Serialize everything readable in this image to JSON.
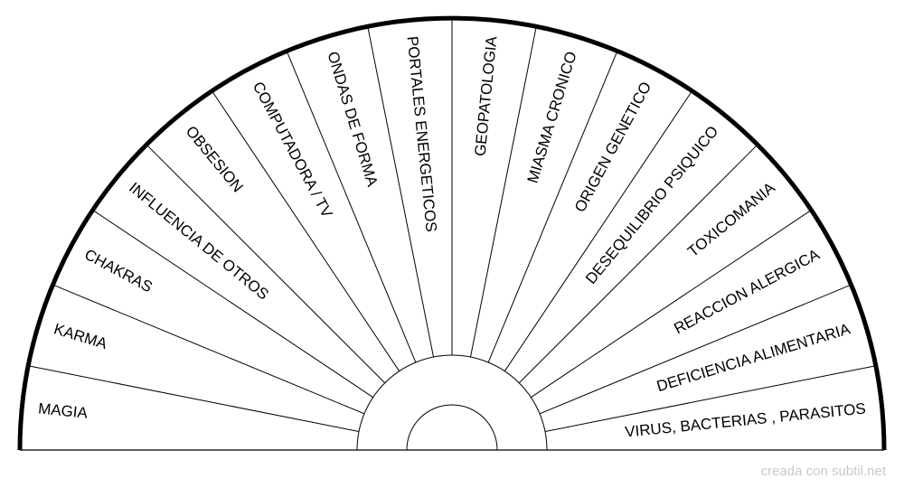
{
  "chart": {
    "sectors": [
      "MAGIA",
      "KARMA",
      "CHAKRAS",
      "INFLUENCIA DE OTROS",
      "OBSESION",
      "COMPUTADORA / TV",
      "ONDAS DE FORMA",
      "PORTALES ENERGETICOS",
      "GEOPATOLOGIA",
      "MIASMA CRONICO",
      "ORIGEN GENETICO",
      "DESEQUILIBRIO PSIQUICO",
      "TOXICOMANIA",
      "REACCION ALERGICA",
      "DEFICIENCIA ALIMENTARIA",
      "VIRUS, BACTERIAS , PARASITOS"
    ],
    "line_color": "#000000"
  },
  "watermark": "creada con subtil.net"
}
